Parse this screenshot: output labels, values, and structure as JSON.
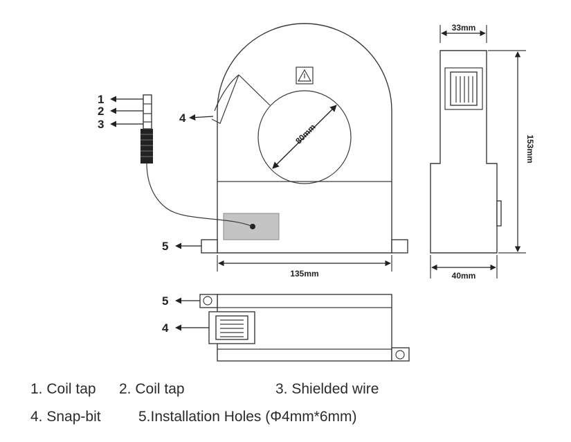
{
  "dimensions": {
    "top_width": "33mm",
    "height": "153mm",
    "side_depth": "40mm",
    "width": "135mm",
    "hole_diameter": "80mm"
  },
  "callouts": {
    "c1": "1",
    "c2": "2",
    "c3": "3",
    "c4_front": "4",
    "c5_front": "5",
    "c5_bottom": "5",
    "c4_bottom": "4"
  },
  "legend": {
    "item1": "1. Coil tap",
    "item2": "2. Coil tap",
    "item3": "3. Shielded wire",
    "item4": "4. Snap-bit",
    "item5": "5.Installation Holes (Φ4mm*6mm)"
  },
  "colors": {
    "line": "#3a3a3a",
    "label_panel": "#c4c4c4",
    "text": "#2a2a2a"
  }
}
